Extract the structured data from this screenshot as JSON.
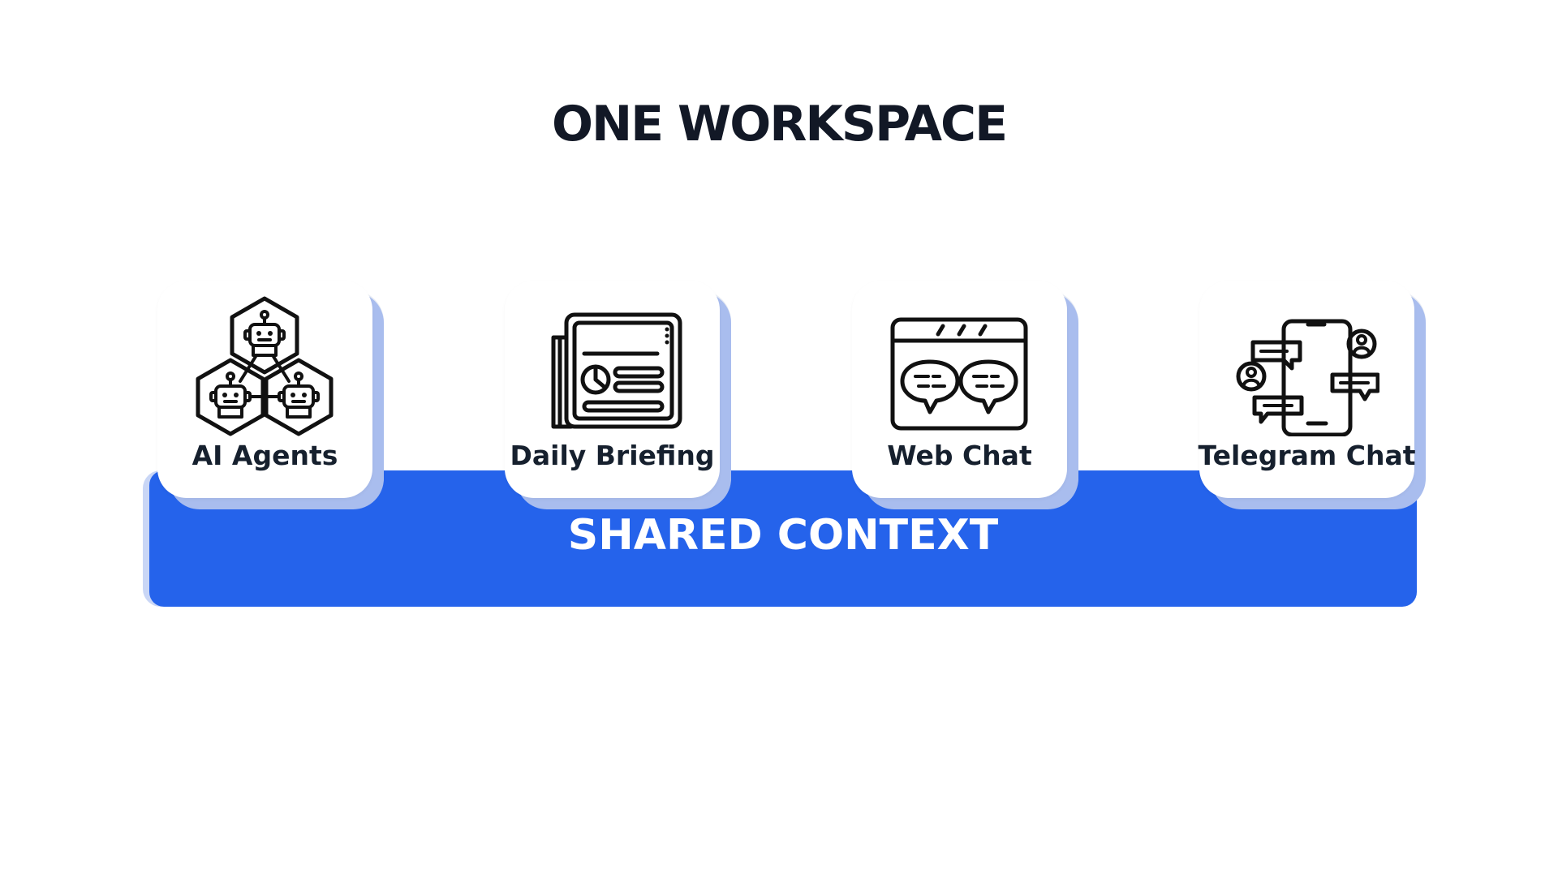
{
  "title": "ONE WORKSPACE",
  "base_label": "SHARED CONTEXT",
  "cards": [
    {
      "label": "AI Agents",
      "icon": "ai-agents-icon"
    },
    {
      "label": "Daily Briefing",
      "icon": "newspaper-icon"
    },
    {
      "label": "Web Chat",
      "icon": "web-chat-icon"
    },
    {
      "label": "Telegram Chat",
      "icon": "telegram-chat-icon"
    }
  ],
  "colors": {
    "bar": "#2563eb",
    "title": "#121826",
    "text": "#16202e"
  }
}
